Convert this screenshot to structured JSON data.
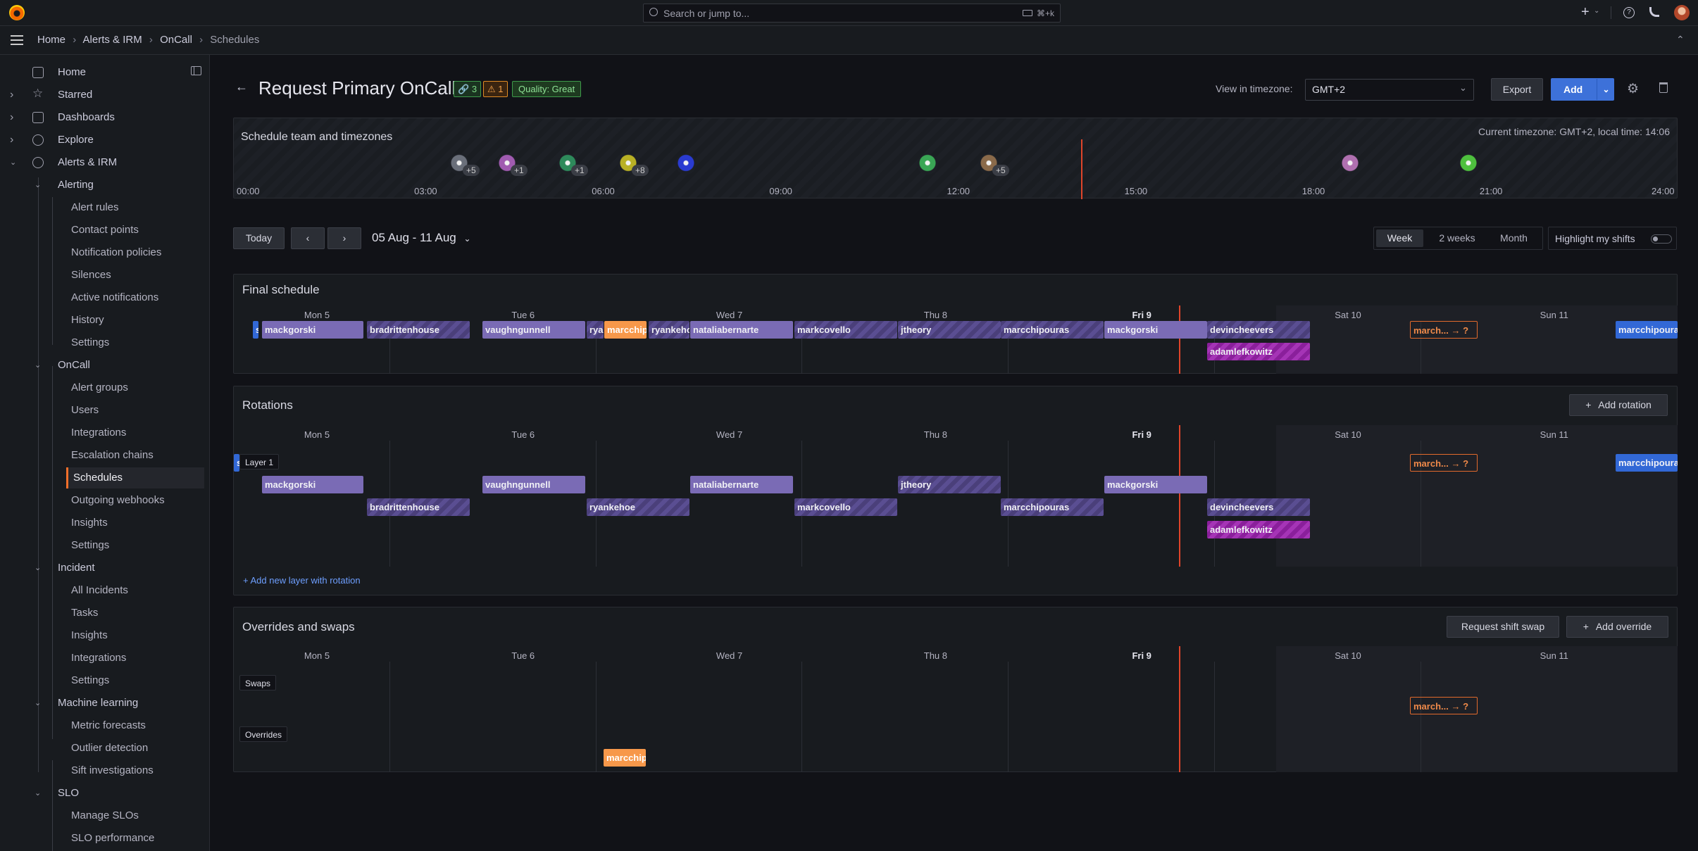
{
  "topbar": {
    "search_placeholder": "Search or jump to...",
    "shortcut": "⌘+k",
    "plus_icon": "plus-icon",
    "help_icon": "help-icon",
    "news_icon": "rss-icon"
  },
  "breadcrumb": [
    "Home",
    "Alerts & IRM",
    "OnCall",
    "Schedules"
  ],
  "sidebar": {
    "items": [
      {
        "label": "Home",
        "level": 0
      },
      {
        "label": "Starred",
        "level": 0
      },
      {
        "label": "Dashboards",
        "level": 0
      },
      {
        "label": "Explore",
        "level": 0
      },
      {
        "label": "Alerts & IRM",
        "level": 0
      },
      {
        "label": "Alerting",
        "level": 1
      },
      {
        "label": "Alert rules",
        "level": 2
      },
      {
        "label": "Contact points",
        "level": 2
      },
      {
        "label": "Notification policies",
        "level": 2
      },
      {
        "label": "Silences",
        "level": 2
      },
      {
        "label": "Active notifications",
        "level": 2
      },
      {
        "label": "History",
        "level": 2
      },
      {
        "label": "Settings",
        "level": 2
      },
      {
        "label": "OnCall",
        "level": 1
      },
      {
        "label": "Alert groups",
        "level": 2
      },
      {
        "label": "Users",
        "level": 2
      },
      {
        "label": "Integrations",
        "level": 2
      },
      {
        "label": "Escalation chains",
        "level": 2
      },
      {
        "label": "Schedules",
        "level": 2
      },
      {
        "label": "Outgoing webhooks",
        "level": 2
      },
      {
        "label": "Insights",
        "level": 2
      },
      {
        "label": "Settings",
        "level": 2
      },
      {
        "label": "Incident",
        "level": 1
      },
      {
        "label": "All Incidents",
        "level": 2
      },
      {
        "label": "Tasks",
        "level": 2
      },
      {
        "label": "Insights",
        "level": 2
      },
      {
        "label": "Integrations",
        "level": 2
      },
      {
        "label": "Settings",
        "level": 2
      },
      {
        "label": "Machine learning",
        "level": 1
      },
      {
        "label": "Metric forecasts",
        "level": 2
      },
      {
        "label": "Outlier detection",
        "level": 2
      },
      {
        "label": "Sift investigations",
        "level": 2
      },
      {
        "label": "SLO",
        "level": 1
      },
      {
        "label": "Manage SLOs",
        "level": 2
      },
      {
        "label": "SLO performance",
        "level": 2
      }
    ],
    "active": "Schedules"
  },
  "header": {
    "title": "Request Primary OnCall",
    "badge_links": "3",
    "badge_warnings": "1",
    "badge_quality": "Quality: Great",
    "timezone_label": "View in timezone:",
    "timezone_value": "GMT+2",
    "export_label": "Export",
    "add_label": "Add"
  },
  "team_panel": {
    "title": "Schedule team and timezones",
    "current_tz": "Current timezone: GMT+2, local time: 14:06",
    "hours": [
      "00:00",
      "03:00",
      "06:00",
      "09:00",
      "12:00",
      "15:00",
      "18:00",
      "21:00",
      "24:00"
    ],
    "avatar_counts": [
      "+5",
      "+1",
      "+1",
      "+8",
      "+5"
    ]
  },
  "controls": {
    "today_label": "Today",
    "prev_icon": "chevron-left-icon",
    "next_icon": "chevron-right-icon",
    "date_range": "05 Aug - 11 Aug",
    "views": [
      "Week",
      "2 weeks",
      "Month"
    ],
    "active_view": "Week",
    "highlight_label": "Highlight my shifts"
  },
  "days": [
    "Mon 5",
    "Tue 6",
    "Wed 7",
    "Thu 8",
    "Fri 9",
    "Sat 10",
    "Sun 11"
  ],
  "final_schedule": {
    "title": "Final schedule",
    "shifts": [
      "s",
      "mackgorski",
      "bradrittenhouse",
      "vaughngunnell",
      "rya",
      "marcchip",
      "ryankeho",
      "nataliabernarte",
      "markcovello",
      "jtheory",
      "marcchipouras",
      "mackgorski",
      "devincheevers",
      "adamlefkowitz",
      "march... → ?",
      "marcchipoura"
    ]
  },
  "rotations": {
    "title": "Rotations",
    "add_rotation_label": "Add rotation",
    "layer_label": "Layer 1",
    "add_layer_label": "+ Add new layer with rotation",
    "shifts": [
      "s",
      "march... → ?",
      "marcchipoura",
      "mackgorski",
      "vaughngunnell",
      "nataliabernarte",
      "jtheory",
      "mackgorski",
      "bradrittenhouse",
      "ryankehoe",
      "markcovello",
      "marcchipouras",
      "devincheevers",
      "adamlefkowitz"
    ]
  },
  "overrides": {
    "title": "Overrides and swaps",
    "request_swap_label": "Request shift swap",
    "add_override_label": "Add override",
    "swaps_label": "Swaps",
    "overrides_label": "Overrides",
    "swap_shift": "march... → ?",
    "override_shift": "marcchip"
  }
}
